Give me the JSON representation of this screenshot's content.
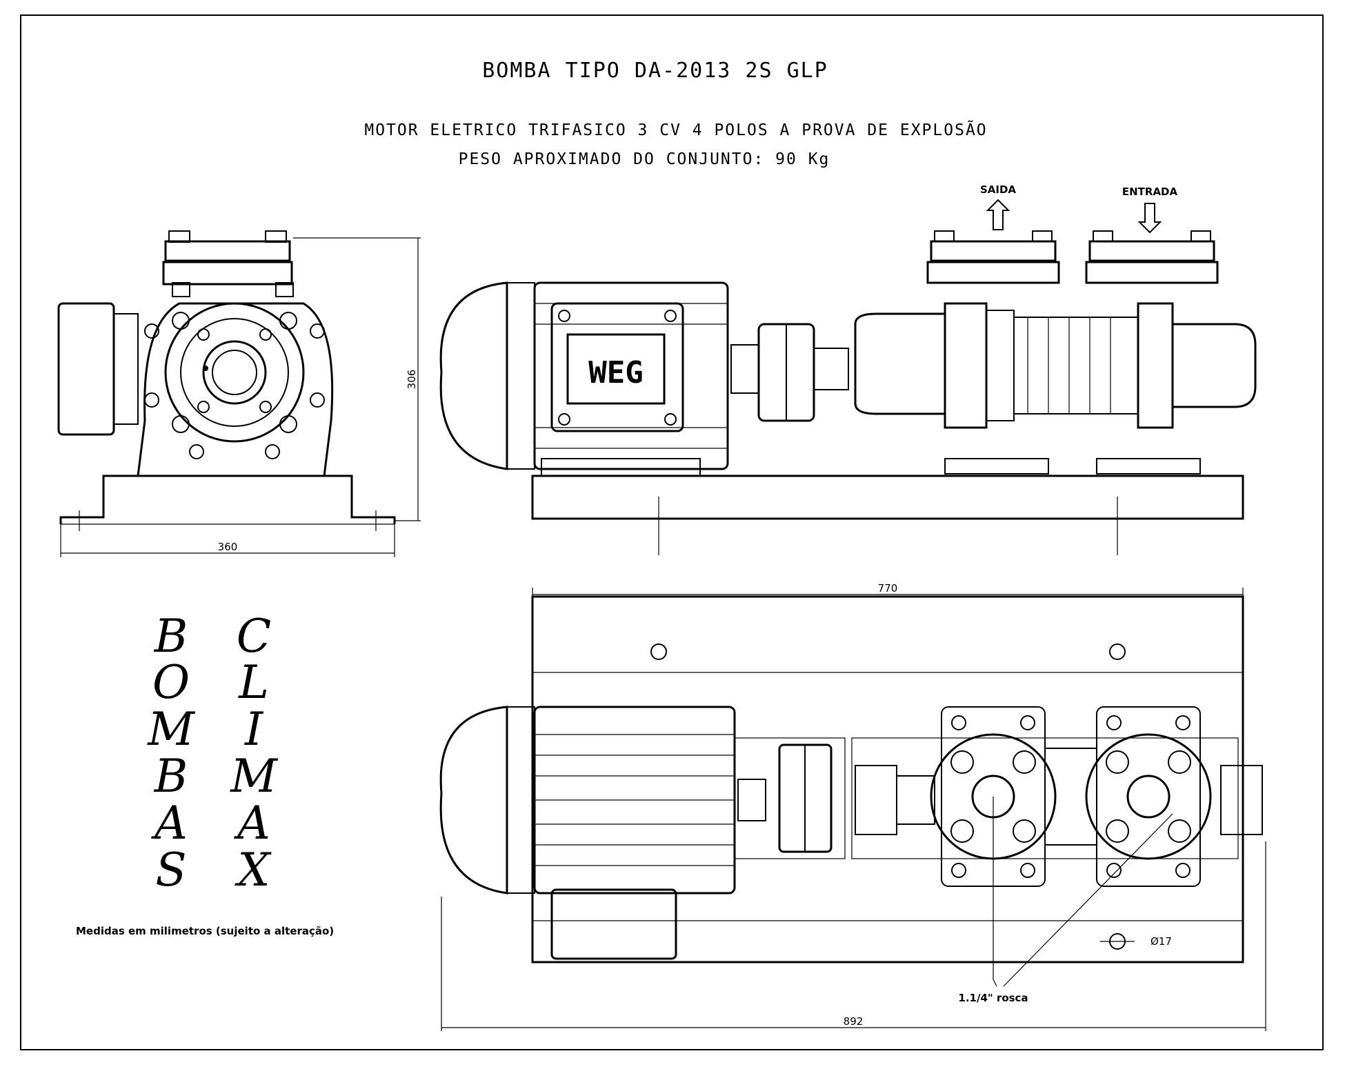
{
  "title": "BOMBA TIPO DA-2013 2S GLP",
  "subtitle_motor": "MOTOR ELETRICO TRIFASICO 3 CV 4 POLOS A PROVA DE EXPLOSÃO",
  "subtitle_weight": "PESO APROXIMADO DO CONJUNTO:  90 Kg",
  "labels": {
    "saida": "SAIDA",
    "entrada": "ENTRADA",
    "thread": "1.1/4\" rosca",
    "hole": "Ø17",
    "units_note": "Medidas em milimetros (sujeito a alteração)"
  },
  "dimensions": {
    "end_height": "306",
    "end_width": "360",
    "base_length": "770",
    "overall_length": "892"
  },
  "motor_brand": "WEG",
  "logo": {
    "col1": [
      "B",
      "O",
      "M",
      "B",
      "A",
      "S"
    ],
    "col2": [
      "C",
      "L",
      "I",
      "M",
      "A",
      "X"
    ]
  }
}
